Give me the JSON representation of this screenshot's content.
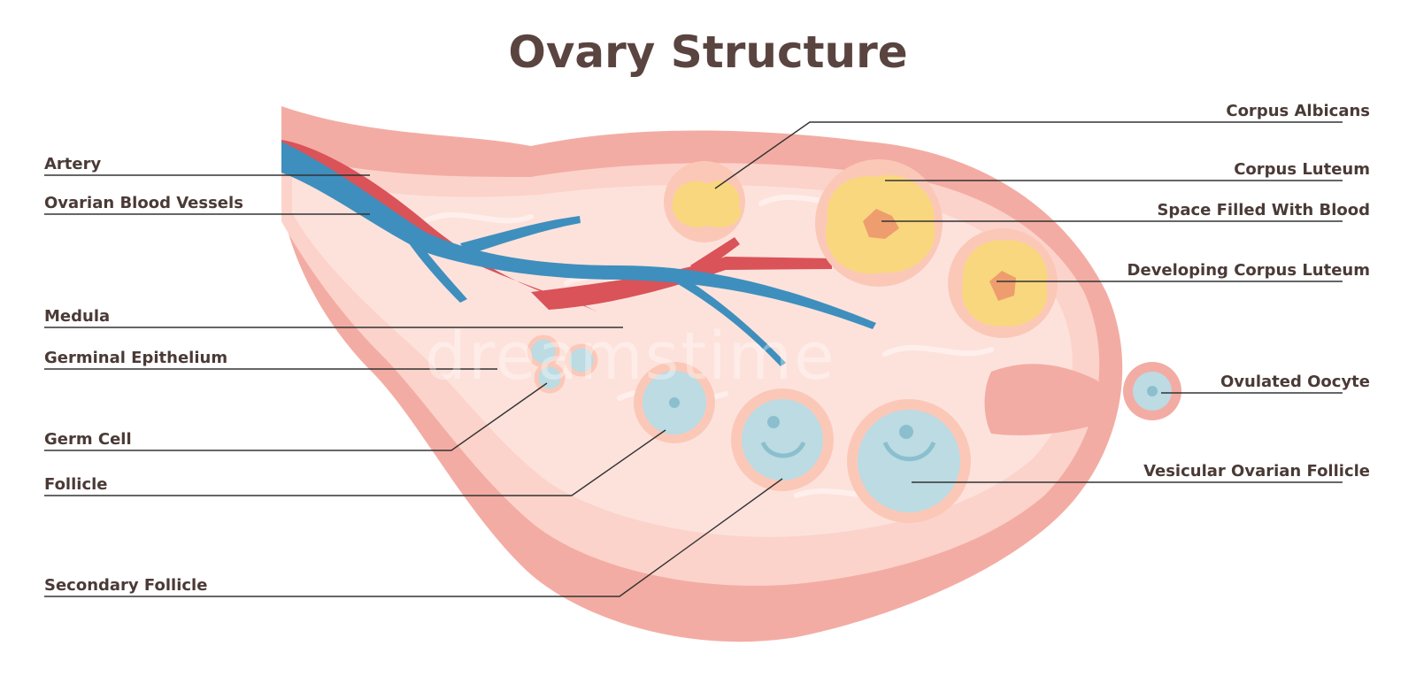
{
  "title": "Ovary Structure",
  "watermark": "dreamstime",
  "labels_left": {
    "artery": "Artery",
    "ovarian_blood_vessels": "Ovarian Blood Vessels",
    "medula": "Medula",
    "germinal_epithelium": "Germinal Epithelium",
    "germ_cell": "Germ Cell",
    "follicle": "Follicle",
    "secondary_follicle": "Secondary Follicle"
  },
  "labels_right": {
    "corpus_albicans": "Corpus Albicans",
    "corpus_luteum": "Corpus Luteum",
    "space_filled_with_blood": "Space Filled With Blood",
    "developing_corpus_luteum": "Developing Corpus Luteum",
    "ovulated_oocyte": "Ovulated Oocyte",
    "vesicular_ovarian_follicle": "Vesicular Ovarian Follicle"
  },
  "colors": {
    "outer_tissue": "#f3aca3",
    "cortex": "#fbd3cb",
    "inner_tissue": "#fde2dc",
    "artery": "#d95359",
    "vein": "#3e8fbd",
    "follicle": "#bcdbe3",
    "luteum": "#f9d77e",
    "line": "#333333"
  }
}
